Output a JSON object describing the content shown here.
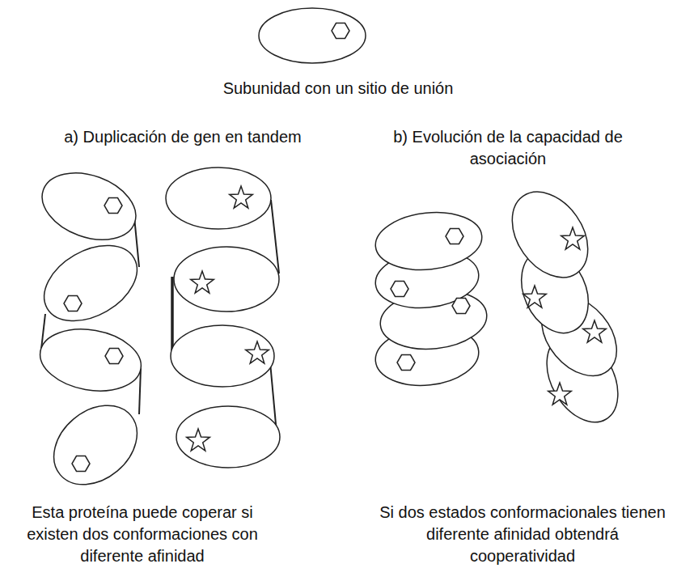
{
  "diagram": {
    "labels": [
      "Subunidad con un sitio de unión",
      "a) Duplicación de gen en tandem",
      "b) Evolución de la capacidad de asociación",
      "Esta proteína puede coperar si existen dos conformaciones con diferente afinidad",
      "Si dos estados conformacionales tienen diferente afinidad obtendrá cooperatividad"
    ]
  }
}
